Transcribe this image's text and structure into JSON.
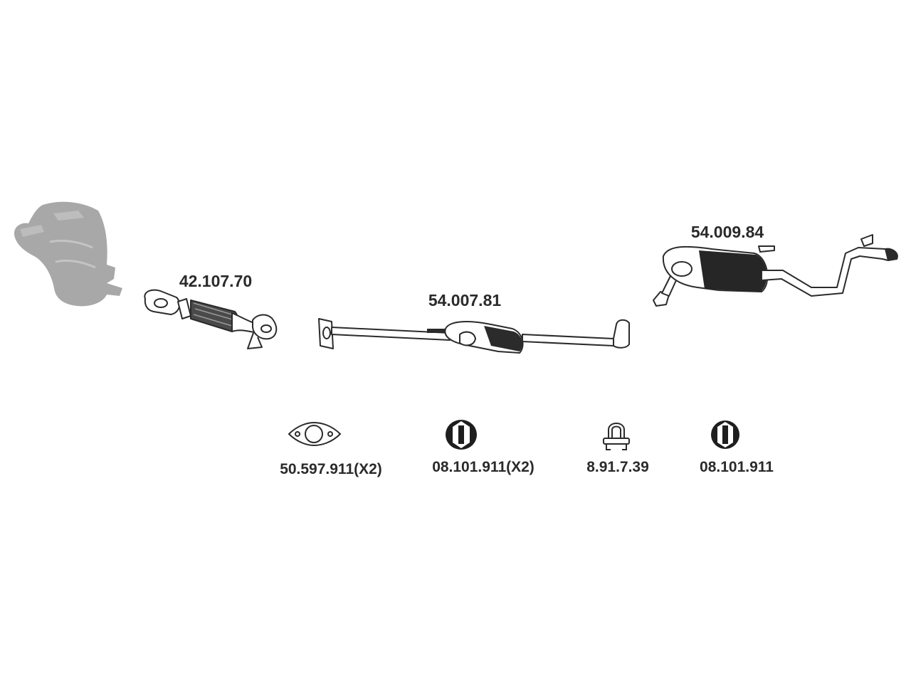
{
  "diagram": {
    "colors": {
      "line": "#2b2b2b",
      "engine": "#a8a8a8",
      "dark": "#1e1e1e",
      "background": "#ffffff"
    },
    "engine_block": {
      "icon": "engine-block-silhouette"
    },
    "parts": [
      {
        "id": "front-pipe",
        "label": "42.107.70",
        "icon": "flex-front-pipe"
      },
      {
        "id": "center-section",
        "label": "54.007.81",
        "icon": "center-pipe-with-resonator"
      },
      {
        "id": "rear-silencer",
        "label": "54.009.84",
        "icon": "rear-muffler-with-tailpipe"
      }
    ],
    "accessories": [
      {
        "id": "gasket",
        "label": "50.597.911(X2)",
        "icon": "flange-gasket"
      },
      {
        "id": "rubber-hanger-pair",
        "label": "08.101.911(X2)",
        "icon": "rubber-mount"
      },
      {
        "id": "u-clamp",
        "label": "8.91.7.39",
        "icon": "u-bolt-clamp"
      },
      {
        "id": "rubber-hanger",
        "label": "08.101.911",
        "icon": "rubber-mount"
      }
    ]
  }
}
